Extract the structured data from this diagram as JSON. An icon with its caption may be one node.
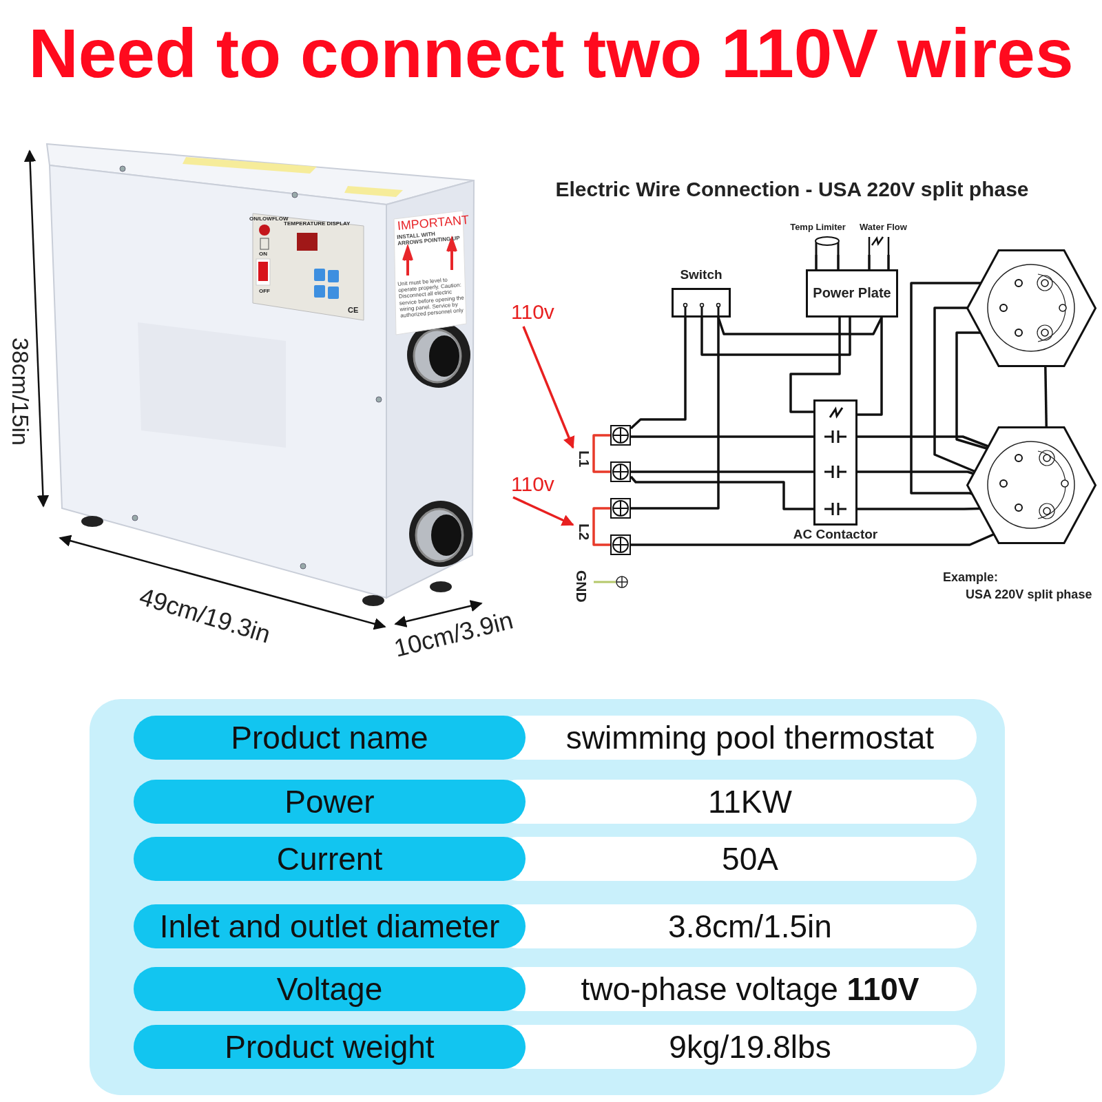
{
  "diagram": {
    "title": "Need to connect two 110V wires",
    "nodes": [
      {
        "text": [
          "Switch"
        ]
      },
      {
        "text": [
          "Power Plate"
        ]
      },
      {
        "text": [
          "Temp Limiter"
        ]
      },
      {
        "text": [
          "Water Flow"
        ]
      },
      {
        "text": [
          "AC Contactor"
        ]
      },
      {
        "text": [],
        "shape": "box"
      },
      {
        "text": [],
        "shape": "box"
      },
      {
        "text": [],
        "shape": "box"
      },
      {
        "text": [],
        "shape": "box"
      },
      {
        "text": [],
        "shape": "circle"
      },
      {
        "text": [],
        "shape": "hexagon"
      },
      {
        "text": [],
        "shape": "hexagon"
      },
      {
        "text": [
          "110v"
        ]
      },
      {
        "text": [
          "110v"
        ]
      },
      {
        "text": [
          "L1"
        ]
      },
      {
        "text": [
          "L2"
        ]
      }
    ],
    "edges": [
      {
        "from": 0,
        "to": 5,
        "arrow": "none"
      },
      {
        "from": 0,
        "to": 1,
        "arrow": "none"
      },
      {
        "from": 0,
        "to": 7,
        "arrow": "none"
      },
      {
        "from": 0,
        "to": 1,
        "arrow": "none"
      },
      {
        "from": 1,
        "to": 4,
        "arrow": "none"
      },
      {
        "from": 1,
        "to": 4,
        "arrow": "none"
      },
      {
        "from": 2,
        "to": 1,
        "arrow": "none"
      },
      {
        "from": 3,
        "to": 1,
        "arrow": "none"
      },
      {
        "from": 5,
        "to": 4,
        "arrow": "none"
      },
      {
        "from": 6,
        "to": 4,
        "arrow": "none"
      },
      {
        "from": 6,
        "to": 4,
        "arrow": "none"
      },
      {
        "from": 8,
        "to": 11,
        "arrow": "none"
      },
      {
        "from": 4,
        "to": 11,
        "arrow": "none"
      },
      {
        "from": 4,
        "to": 11,
        "arrow": "none"
      },
      {
        "from": 4,
        "to": 11,
        "arrow": "none"
      },
      {
        "from": 10,
        "to": 11,
        "arrow": "none"
      },
      {
        "from": 10,
        "to": 11,
        "arrow": "none"
      },
      {
        "from": 10,
        "to": 11,
        "arrow": "none"
      },
      {
        "from": 10,
        "to": 11,
        "arrow": "none"
      },
      {
        "from": 12,
        "to": 14,
        "arrow": "to",
        "color": "#e82020"
      },
      {
        "from": 13,
        "to": 15,
        "arrow": "to",
        "color": "#e82020"
      },
      {
        "from": 5,
        "to": 6,
        "arrow": "none",
        "color": "#e83a2a"
      },
      {
        "from": 7,
        "to": 8,
        "arrow": "none",
        "color": "#e83a2a"
      }
    ],
    "labels": [
      "Electric Wire Connection - USA 220V split phase",
      "GND",
      "Example:",
      "USA 220V split phase",
      "38cm/15in",
      "49cm/19.3in",
      "10cm/3.9in",
      "ON/LOWFLOW",
      "TEMPERATURE DISPLAY",
      "ON",
      "OFF",
      "CE",
      "IMPORTANT",
      "INSTALL WITH ARROWS POINTING UP",
      "Unit must be level to operate properly. Caution: Disconnect all electric service before opening the wiring panel. Service by authorized personnel only",
      "Product name",
      "swimming pool thermostat",
      "Power",
      "11KW",
      "Current",
      "50A",
      "Inlet and outlet diameter",
      "3.8cm/1.5in",
      "Voltage",
      "two-phase voltage **110V**",
      "Product weight",
      "9kg/19.8lbs"
    ]
  }
}
